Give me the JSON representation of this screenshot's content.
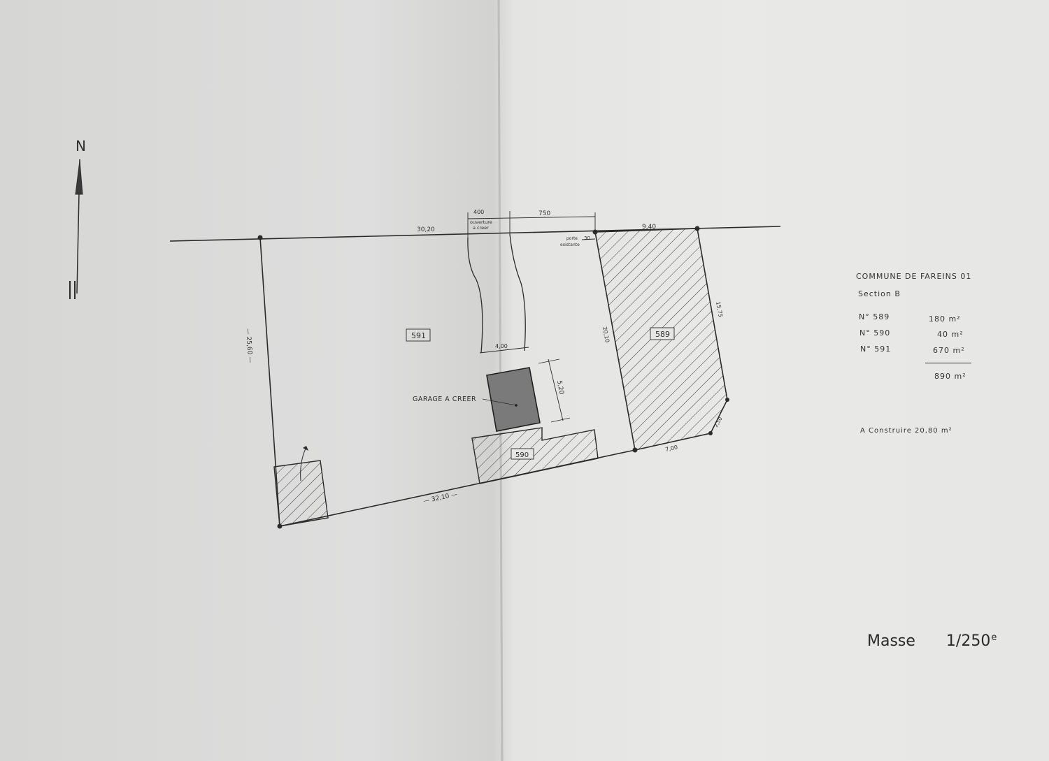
{
  "plan": {
    "north_label": "N",
    "parcels": {
      "p589": "589",
      "p590": "590",
      "p591": "591"
    },
    "dimensions": {
      "top_left": "30,20",
      "top_right": "9,40",
      "top_400": "400",
      "top_750": "750",
      "small_30": "30",
      "left_side": "— 25,60 —",
      "bottom_left": "— 32,10 —",
      "bottom_right": "7,00",
      "p589_left": "20,10",
      "p589_right": "15,75",
      "p589_corner": "2,50",
      "garage_width": "4,00",
      "garage_depth": "5,20"
    },
    "notes": {
      "ouverture": "ouverture",
      "a_creer": "a creer",
      "porte": "porte",
      "existante": "existante"
    },
    "garage_label": "GARAGE A CREER"
  },
  "legend": {
    "commune": "COMMUNE  DE  FAREINS   01",
    "section": "Section  B",
    "rows": [
      {
        "num": "N°  589",
        "area": "180  m²"
      },
      {
        "num": "N°  590",
        "area": "40  m²"
      },
      {
        "num": "N°  591",
        "area": "670  m²"
      }
    ],
    "total": "890  m²",
    "construire": "A  Construire  20,80 m²"
  },
  "scale": {
    "label": "Masse",
    "ratio": "1/250",
    "suffix": "e"
  }
}
